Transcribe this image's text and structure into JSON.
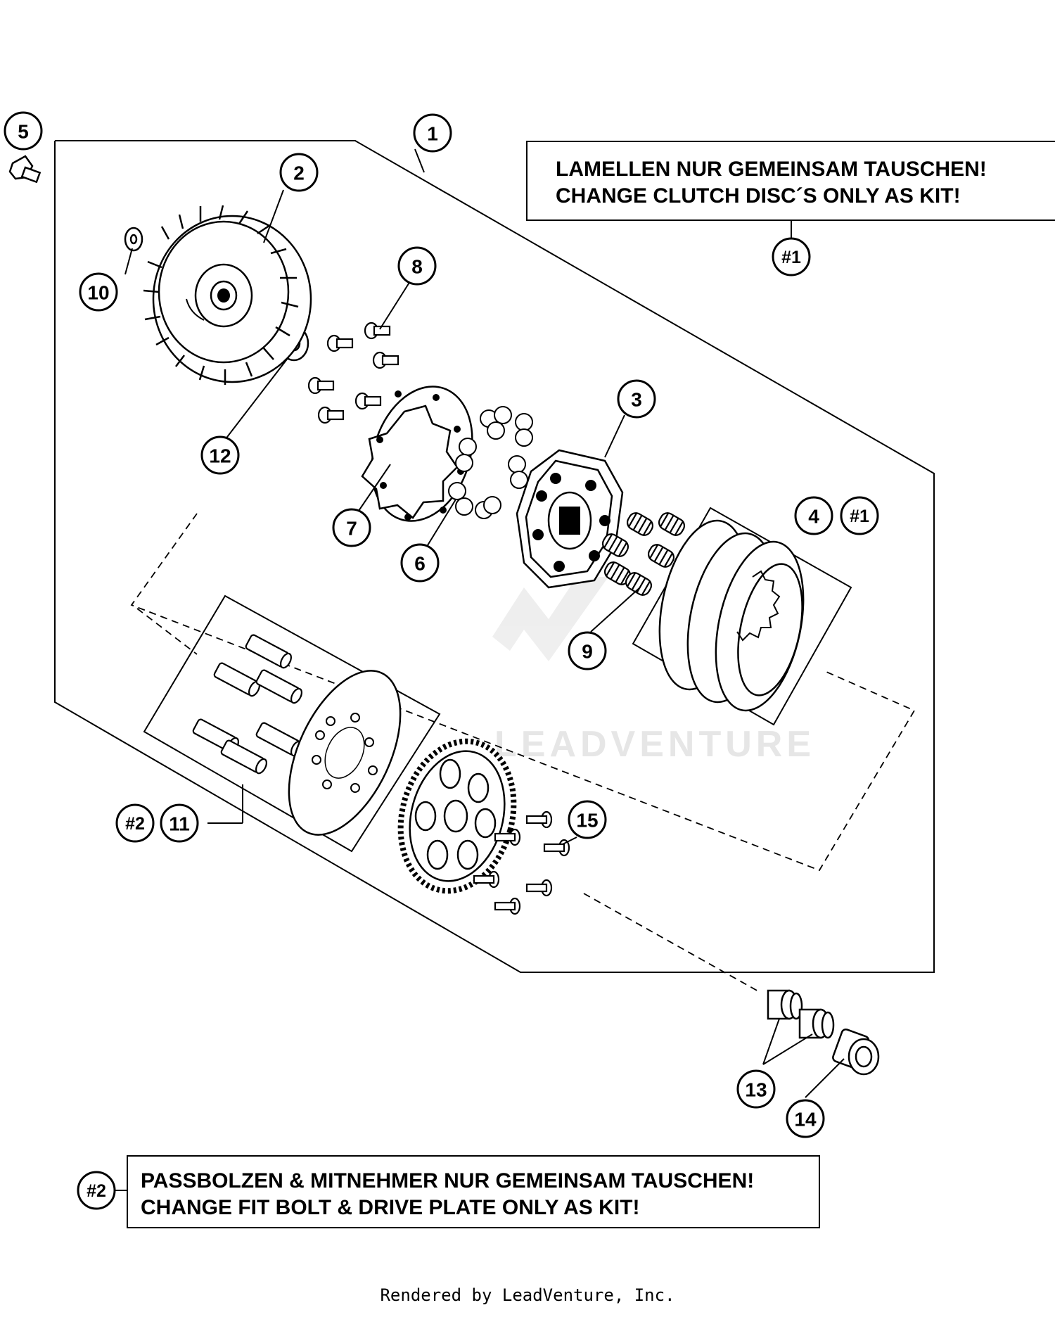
{
  "notes": {
    "kit1": {
      "line1": "LAMELLEN NUR GEMEINSAM TAUSCHEN!",
      "line2": "CHANGE CLUTCH DISC´S ONLY AS KIT!",
      "ref": "#1"
    },
    "kit2": {
      "line1": "PASSBOLZEN & MITNEHMER NUR GEMEINSAM TAUSCHEN!",
      "line2": "CHANGE FIT BOLT & DRIVE PLATE ONLY AS KIT!",
      "ref": "#2"
    }
  },
  "callouts": [
    "1",
    "2",
    "3",
    "4",
    "5",
    "6",
    "7",
    "8",
    "9",
    "10",
    "11",
    "12",
    "13",
    "14",
    "15"
  ],
  "kit_refs": {
    "part4": "#1",
    "part11": "#2"
  },
  "watermark": "LEADVENTURE",
  "footer": "Rendered by LeadVenture, Inc."
}
